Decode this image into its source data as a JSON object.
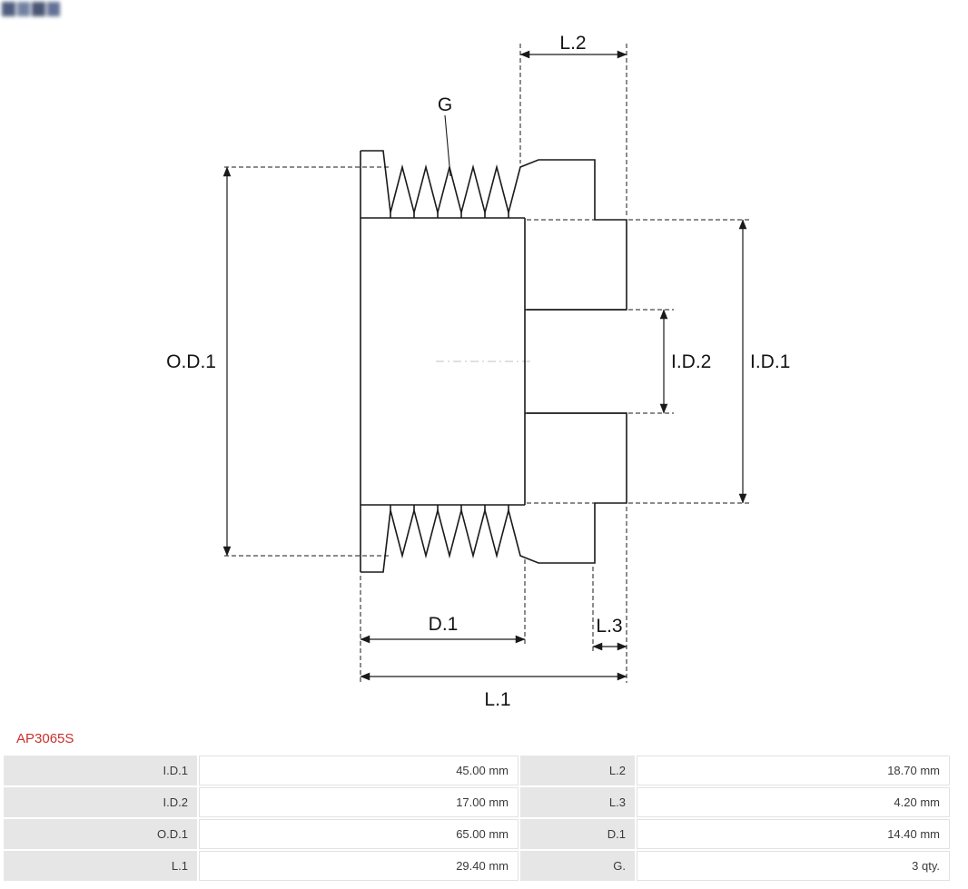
{
  "colors": {
    "accent_red": "#c9302c",
    "drawing_line": "#1a1a1a",
    "table_label_bg": "#e6e6e6"
  },
  "drawing": {
    "labels": {
      "l2": "L.2",
      "g": "G",
      "od1": "O.D.1",
      "id2": "I.D.2",
      "id1": "I.D.1",
      "d1": "D.1",
      "l3": "L.3",
      "l1": "L.1"
    }
  },
  "product": {
    "code": "AP3065S"
  },
  "specs": {
    "rows": [
      {
        "label1": "I.D.1",
        "value1": "45.00 mm",
        "label2": "L.2",
        "value2": "18.70 mm"
      },
      {
        "label1": "I.D.2",
        "value1": "17.00 mm",
        "label2": "L.3",
        "value2": "4.20 mm"
      },
      {
        "label1": "O.D.1",
        "value1": "65.00 mm",
        "label2": "D.1",
        "value2": "14.40 mm"
      },
      {
        "label1": "L.1",
        "value1": "29.40 mm",
        "label2": "G.",
        "value2": "3 qty."
      }
    ]
  }
}
